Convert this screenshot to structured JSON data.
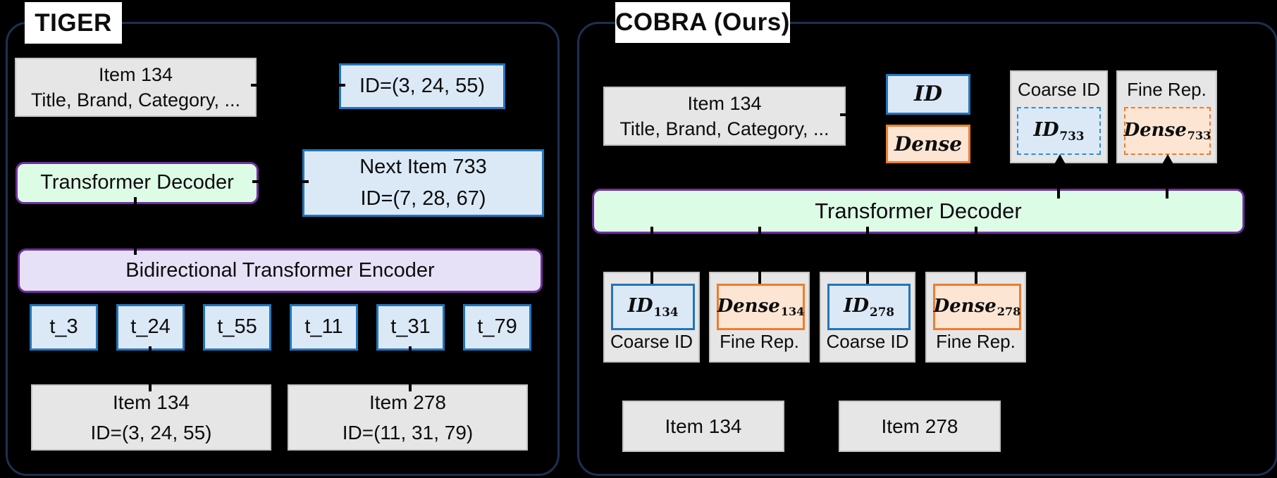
{
  "colors": {
    "background": "#000000",
    "panel_border": "#1e2f52",
    "blue_fill": "#dbe9f7",
    "blue_border": "#2175bc",
    "dashed_blue_border": "#2e8fd6",
    "orange_fill": "#fce5d3",
    "orange_border": "#ed7d31",
    "green_fill": "#ddfce6",
    "purple_fill": "#e7e1f7",
    "purple_border": "#7030a0",
    "gray_fill": "#e7e6e6",
    "title_bg": "#ffffff",
    "text": "#0d0d0d"
  },
  "tiger": {
    "title": "TIGER",
    "item_info": {
      "line1": "Item 134",
      "line2": "Title, Brand, Category, ..."
    },
    "id_box": "ID=(3, 24, 55)",
    "decoder": "Transformer Decoder",
    "next_item": {
      "line1": "Next Item 733",
      "line2": "ID=(7, 28, 67)"
    },
    "encoder": "Bidirectional Transformer Encoder",
    "tokens": [
      "t_3",
      "t_24",
      "t_55",
      "t_11",
      "t_31",
      "t_79"
    ],
    "items": [
      {
        "line1": "Item 134",
        "line2": "ID=(3, 24, 55)"
      },
      {
        "line1": "Item 278",
        "line2": "ID=(11, 31, 79)"
      }
    ]
  },
  "cobra": {
    "title": "COBRA (Ours)",
    "item_info": {
      "line1": "Item 134",
      "line2": "Title, Brand, Category, ..."
    },
    "legend": {
      "id": "ID",
      "dense": "Dense"
    },
    "outputs": [
      {
        "label": "Coarse ID",
        "symbol": "ID",
        "sub": "733"
      },
      {
        "label": "Fine Rep.",
        "symbol": "Dense",
        "sub": "733"
      }
    ],
    "decoder": "Transformer Decoder",
    "cells": [
      {
        "symbol": "ID",
        "sub": "134",
        "label": "Coarse ID"
      },
      {
        "symbol": "Dense",
        "sub": "134",
        "label": "Fine Rep."
      },
      {
        "symbol": "ID",
        "sub": "278",
        "label": "Coarse ID"
      },
      {
        "symbol": "Dense",
        "sub": "278",
        "label": "Fine Rep."
      }
    ],
    "items": [
      "Item 134",
      "Item 278"
    ]
  }
}
